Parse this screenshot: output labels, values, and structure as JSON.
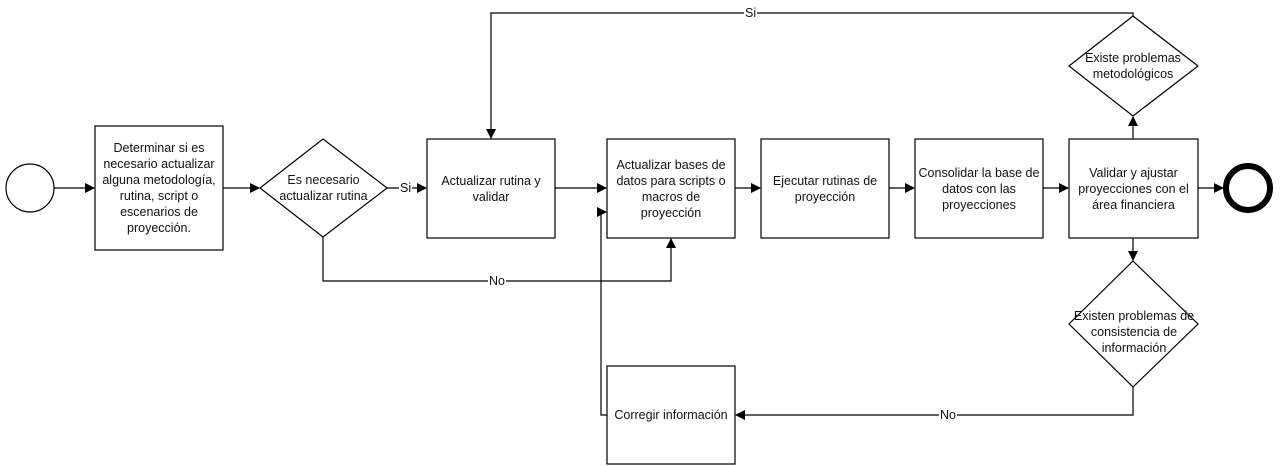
{
  "nodes": {
    "start": "",
    "task_determine": "Determinar si es necesario actualizar alguna metodología, rutina, script o escenarios de proyección.",
    "decision_update": "Es necesario actualizar rutina",
    "task_update_routine": "Actualizar rutina y validar",
    "task_update_db": "Actualizar bases de datos para scripts o macros de proyección",
    "task_run": "Ejecutar rutinas de proyección",
    "task_consolidate": "Consolidar la base de datos con las proyecciones",
    "task_validate": "Validar y ajustar proyecciones con el área financiera",
    "decision_method": "Existe problemas metodológicos",
    "decision_consistency": "Existen problemas de consistencia de información",
    "task_correct": "Corregir información",
    "end": ""
  },
  "edge_labels": {
    "update_yes": "Si",
    "update_no": "No",
    "method_yes": "Si",
    "consistency_no": "No"
  }
}
